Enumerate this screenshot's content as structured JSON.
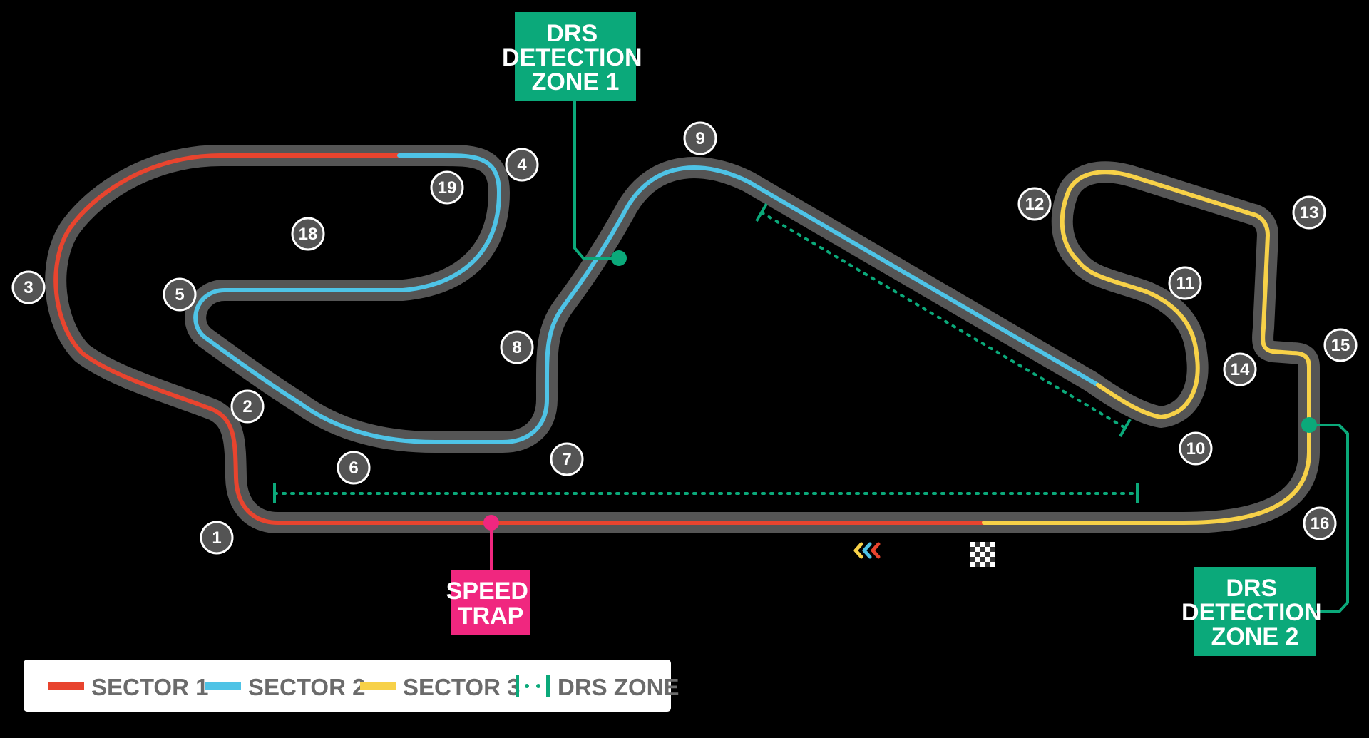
{
  "colors": {
    "background": "#000000",
    "track_outer": "#555555",
    "sector1": "#e8442e",
    "sector2": "#4ec3e6",
    "sector3": "#f7d148",
    "drs": "#0ba97a",
    "speed_trap": "#f0277f",
    "legend_bg": "#ffffff",
    "legend_text": "#6b6b6b"
  },
  "turns": [
    "1",
    "2",
    "3",
    "4",
    "5",
    "6",
    "7",
    "8",
    "9",
    "10",
    "11",
    "12",
    "13",
    "14",
    "15",
    "16",
    "18",
    "19"
  ],
  "labels": {
    "drs_zone_1": [
      "DRS",
      "DETECTION",
      "ZONE 1"
    ],
    "drs_zone_2": [
      "DRS",
      "DETECTION",
      "ZONE 2"
    ],
    "speed_trap": [
      "SPEED",
      "TRAP"
    ]
  },
  "legend": {
    "sector1": "SECTOR 1",
    "sector2": "SECTOR 2",
    "sector3": "SECTOR 3",
    "drs_zone": "DRS ZONE"
  },
  "icons": {
    "start_finish": "checkered-flag-icon",
    "direction": "direction-chevrons-icon"
  }
}
